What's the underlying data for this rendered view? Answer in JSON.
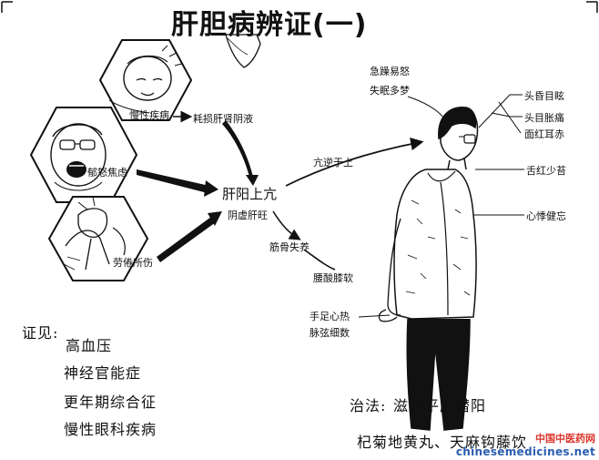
{
  "title": "肝胆病辨证(一)",
  "nodes": {
    "chronic_disease": "慢性疾病",
    "kidney_depletion": "耗损肝肾阴液",
    "anger_anxiety": "郁怒焦虑",
    "overwork": "劳倦所伤",
    "liver_yang": "肝阳上亢",
    "yin_deficiency": "阴虚肝旺",
    "rebellion_up": "亢逆于上",
    "tendon_bone": "筋骨失养",
    "waist_knee": "腰酸膝软"
  },
  "symptoms": {
    "irritable": "急躁易怒",
    "insomnia": "失眠多梦",
    "dizziness": "头昏目眩",
    "head_distension": "头目胀痛",
    "red_face": "面红耳赤",
    "tongue": "舌红少苔",
    "palpitation": "心悸健忘",
    "hand_foot_heat": "手足心热",
    "pulse": "脉弦细数"
  },
  "syndromes": {
    "label": "证见:",
    "items": [
      "高血压",
      "神经官能症",
      "更年期综合征",
      "慢性眼科疾病"
    ]
  },
  "treatment": {
    "label": "治法:",
    "method": "滋阴平肝潜阳",
    "formula": "杞菊地黄丸、天麻钩藤饮"
  },
  "watermark": {
    "brand": "中国中医药网",
    "url": "chinesemedicines.net"
  }
}
